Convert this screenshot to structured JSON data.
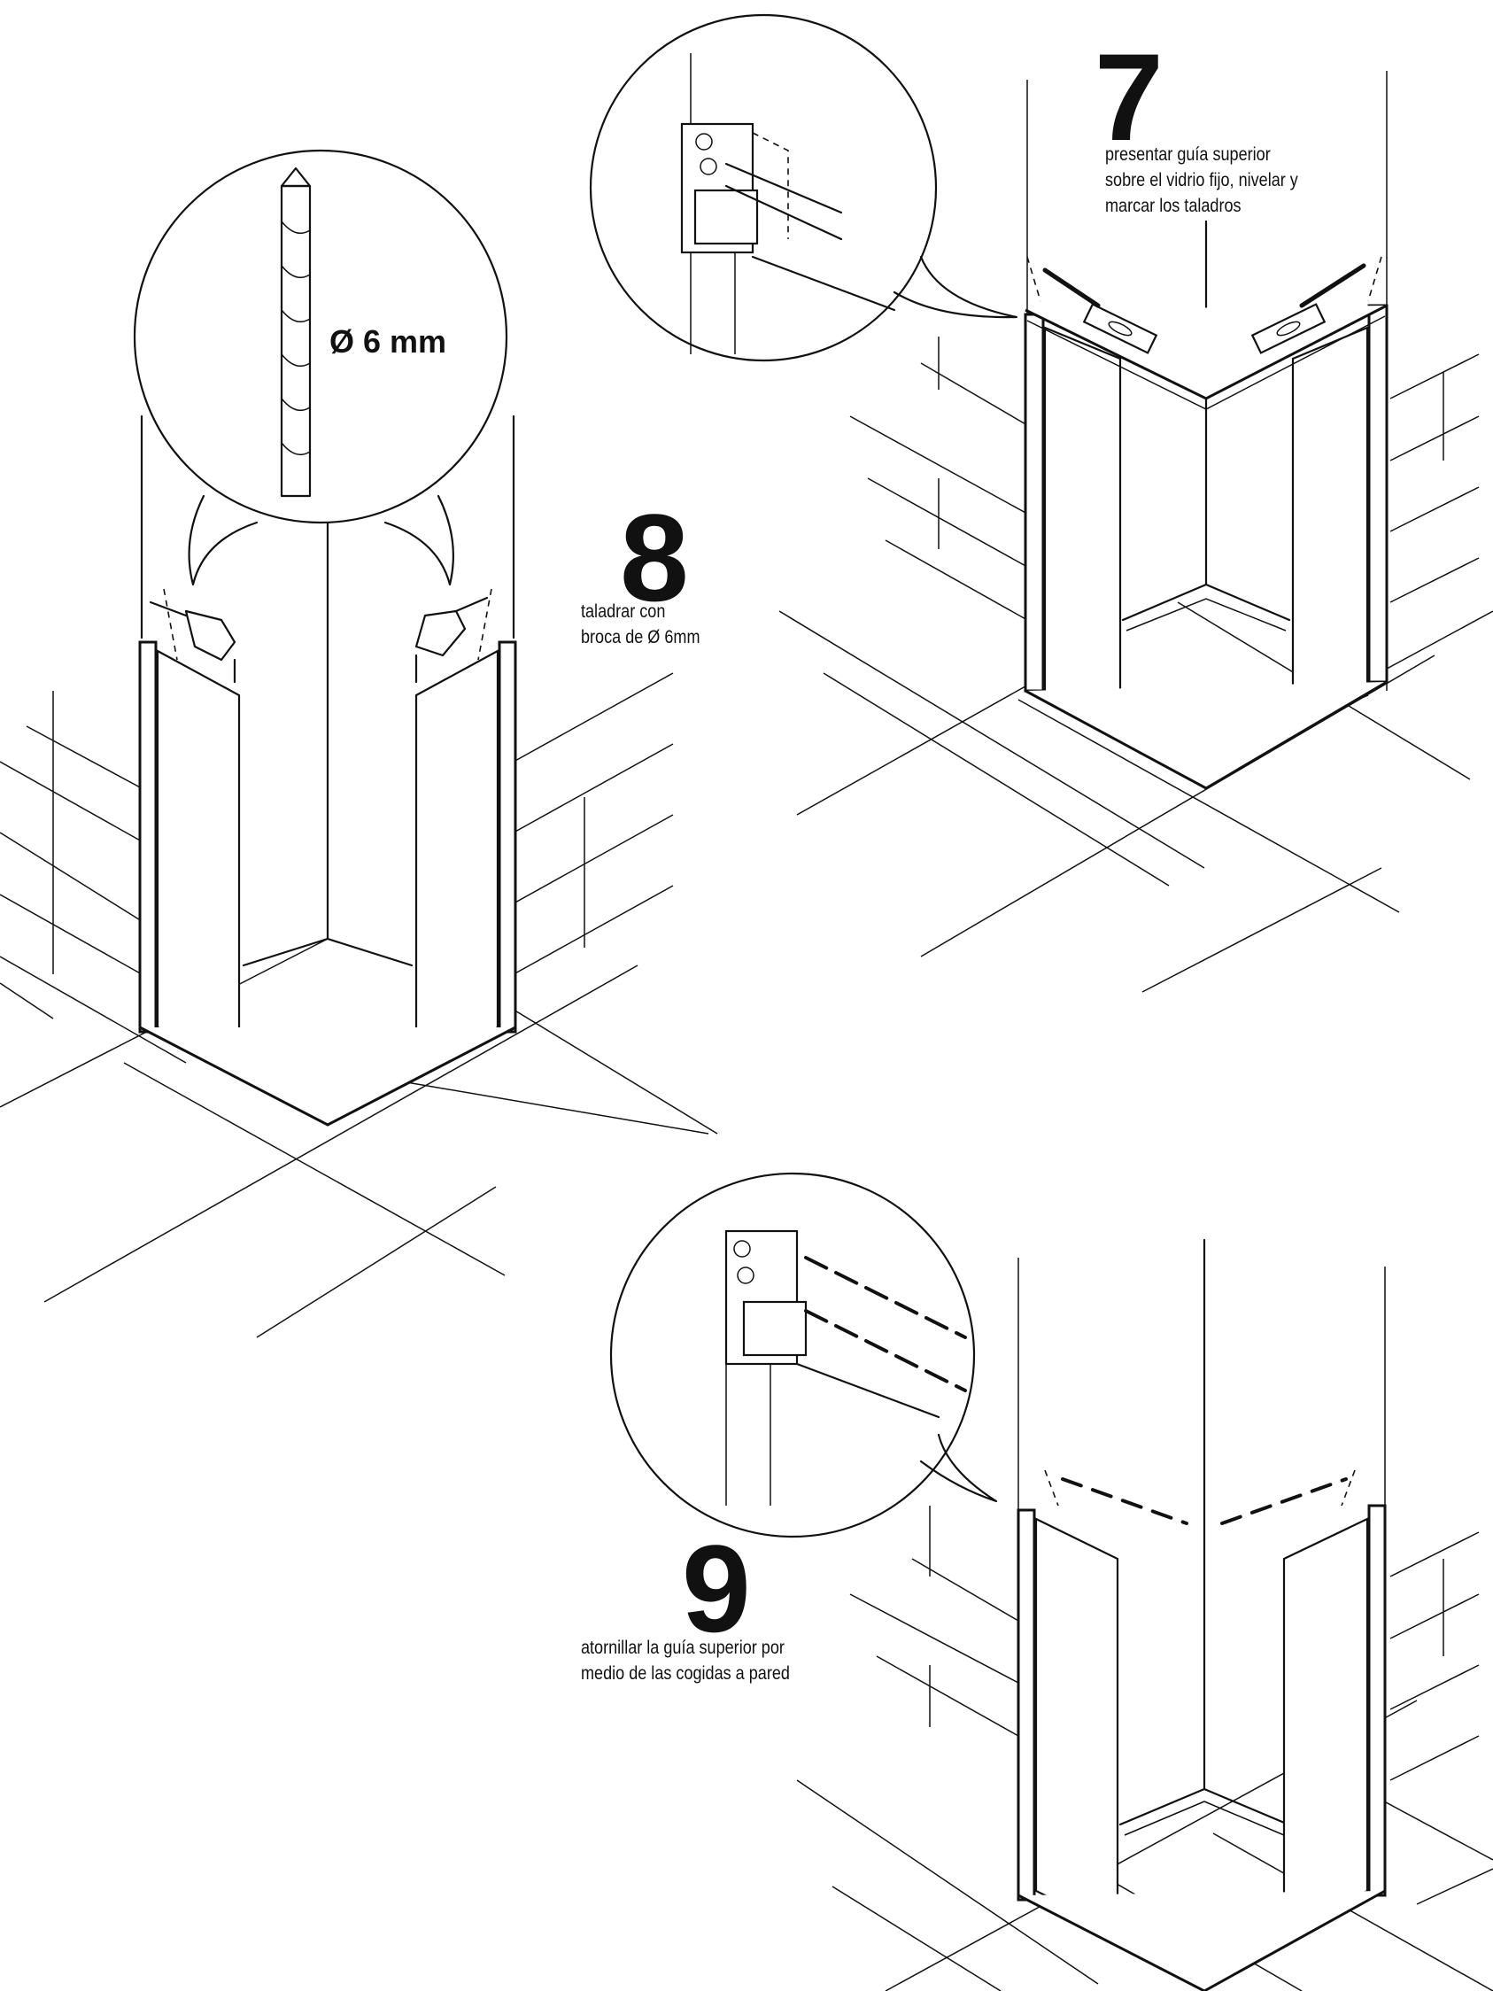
{
  "steps": [
    {
      "number": "7",
      "text": "presentar guía superior\nsobre el vidrio fijo, nivelar y\nmarcar los taladros"
    },
    {
      "number": "8",
      "text": "taladrar con\nbroca de Ø 6mm"
    },
    {
      "number": "9",
      "text": "atornillar la guía superior por\nmedio de las cogidas a pared"
    }
  ],
  "callouts": {
    "drill_bit_size": "Ø 6 mm"
  }
}
